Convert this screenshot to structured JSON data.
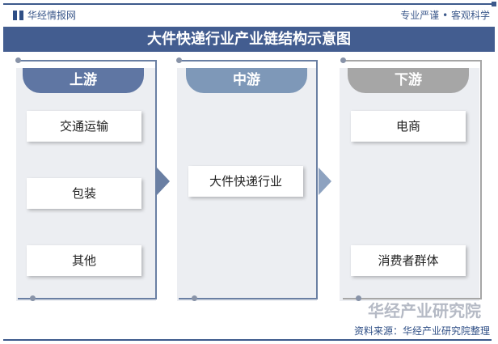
{
  "header": {
    "logo_text": "华经情报网",
    "slogan": "专业严谨 • 客观科学"
  },
  "title": "大件快递行业产业链结构示意图",
  "columns": [
    {
      "label": "上游",
      "color": "#5f76a3",
      "items": [
        "交通运输",
        "包装",
        "其他"
      ]
    },
    {
      "label": "中游",
      "color": "#7e98b8",
      "items": [
        "大件快递行业"
      ]
    },
    {
      "label": "下游",
      "color": "#a6a6a6",
      "items": [
        "电商",
        "消费者群体"
      ]
    }
  ],
  "watermark": "华经产业研究院",
  "source": "资料来源：华经产业研究院整理"
}
